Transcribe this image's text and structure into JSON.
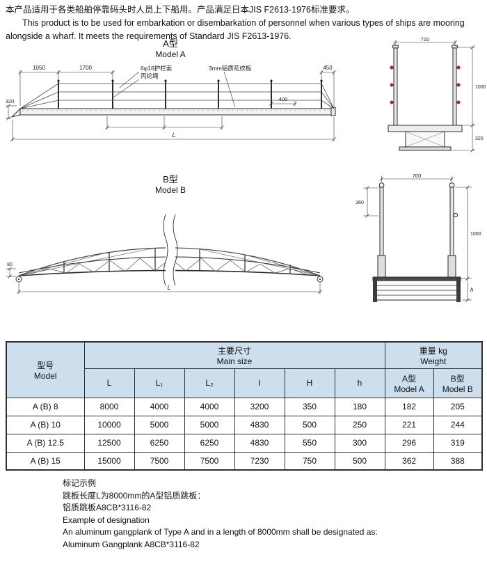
{
  "colors": {
    "table_header_bg": "#cddfec",
    "marker_red": "#b22a22"
  },
  "intro": {
    "zh": "本产品适用于各类船舶停靠码头时人员上下船用。产品满足日本JIS F2613-1976标准要求。",
    "en1": "This product is to be used for embarkation or disembarkation of personnel when various types of ships are mooring",
    "en2": "alongside a wharf. It meets the requirements of Standard JIS  F2613-1976."
  },
  "drawing_a": {
    "title_zh": "A型",
    "title_en": "Model A",
    "label_rail": "6φ16护栏索",
    "label_rope": "丙纶绳",
    "label_plate": "3mm铝质花纹板",
    "dim_1050": "1050",
    "dim_1700": "1700",
    "dim_450": "450",
    "dim_400": "400",
    "dim_320": "320",
    "dim_L": "L",
    "end_view": {
      "dim_710": "710",
      "dim_1000": "1000",
      "dim_320": "320"
    }
  },
  "drawing_b": {
    "title_zh": "B型",
    "title_en": "Model B",
    "dim_80": "80",
    "dim_L": "L",
    "end_view": {
      "dim_700": "700",
      "dim_360": "360",
      "dim_1000": "1000",
      "dim_h": "h"
    }
  },
  "table": {
    "header": {
      "model_zh": "型号",
      "model_en": "Model",
      "main_size_zh": "主要尺寸",
      "main_size_en": "Main size",
      "weight_zh": "重量  kg",
      "weight_en": "Weight",
      "size_cols": [
        "L",
        "L₁",
        "L₂",
        "l",
        "H",
        "h"
      ],
      "weight_a_zh": "A型",
      "weight_a_en": "Model A",
      "weight_b_zh": "B型",
      "weight_b_en": "Model B"
    },
    "rows": [
      {
        "model": "A (B) 8",
        "values": [
          "8000",
          "4000",
          "4000",
          "3200",
          "350",
          "180",
          "182",
          "205"
        ]
      },
      {
        "model": "A (B) 10",
        "values": [
          "10000",
          "5000",
          "5000",
          "4830",
          "500",
          "250",
          "221",
          "244"
        ]
      },
      {
        "model": "A (B) 12.5",
        "values": [
          "12500",
          "6250",
          "6250",
          "4830",
          "550",
          "300",
          "296",
          "319"
        ]
      },
      {
        "model": "A (B) 15",
        "values": [
          "15000",
          "7500",
          "7500",
          "7230",
          "750",
          "500",
          "362",
          "388"
        ]
      }
    ]
  },
  "footer": {
    "line1_zh": "标记示例",
    "line2_zh": "跳板长度L为8000mm的A型铝质跳板：",
    "line3_zh": "铝质跳板A8CB*3116-82",
    "line4_en": "Example of designation",
    "line5_en": "An aluminum gangplank of Type A and in a length of 8000mm shall be designated as:",
    "line6_en": "Aluminum Gangplank A8CB*3116-82"
  }
}
